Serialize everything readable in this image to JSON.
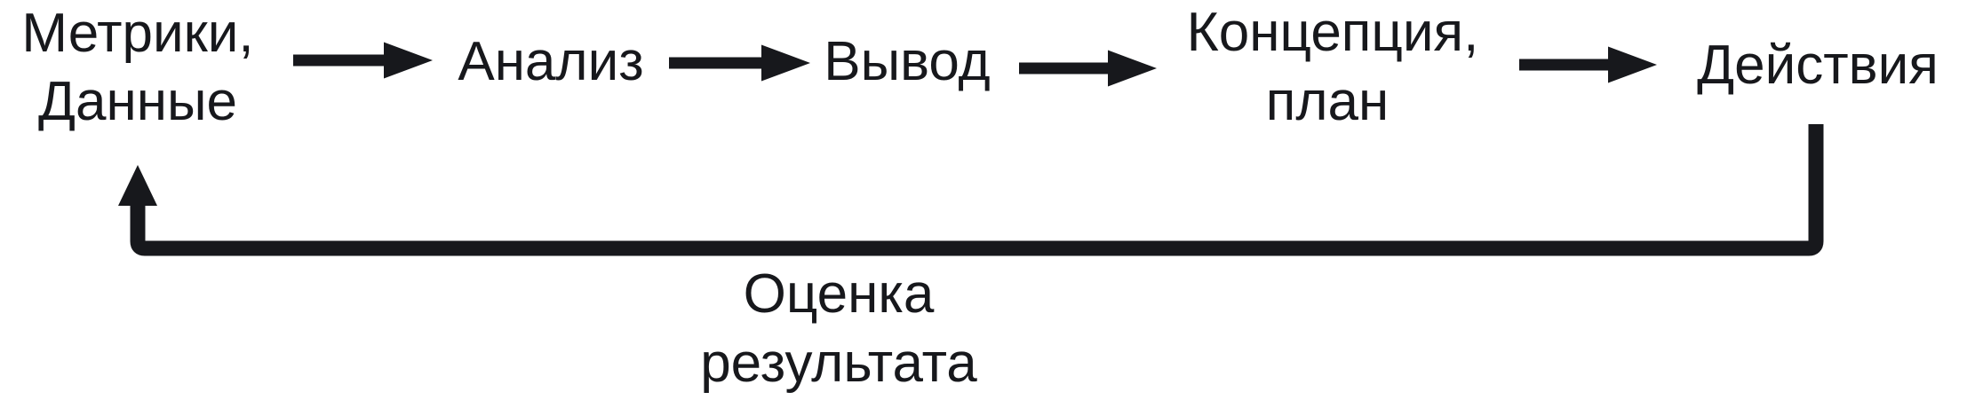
{
  "colors": {
    "ink": "#17181c",
    "background": "#ffffff"
  },
  "flow": {
    "direction": "left-to-right",
    "nodes": [
      {
        "id": "metrics-data",
        "lines": [
          "Метрики,",
          "Данные"
        ]
      },
      {
        "id": "analysis",
        "lines": [
          "Анализ"
        ]
      },
      {
        "id": "conclusion",
        "lines": [
          "Вывод"
        ]
      },
      {
        "id": "concept-plan",
        "lines": [
          "Концепция,",
          "план"
        ]
      },
      {
        "id": "actions",
        "lines": [
          "Действия"
        ]
      }
    ],
    "forward_arrows": [
      {
        "from": "metrics-data",
        "to": "analysis"
      },
      {
        "from": "analysis",
        "to": "conclusion"
      },
      {
        "from": "conclusion",
        "to": "concept-plan"
      },
      {
        "from": "concept-plan",
        "to": "actions"
      }
    ],
    "feedback": {
      "from": "actions",
      "to": "metrics-data",
      "label_lines": [
        "Оценка",
        "результата"
      ]
    }
  }
}
